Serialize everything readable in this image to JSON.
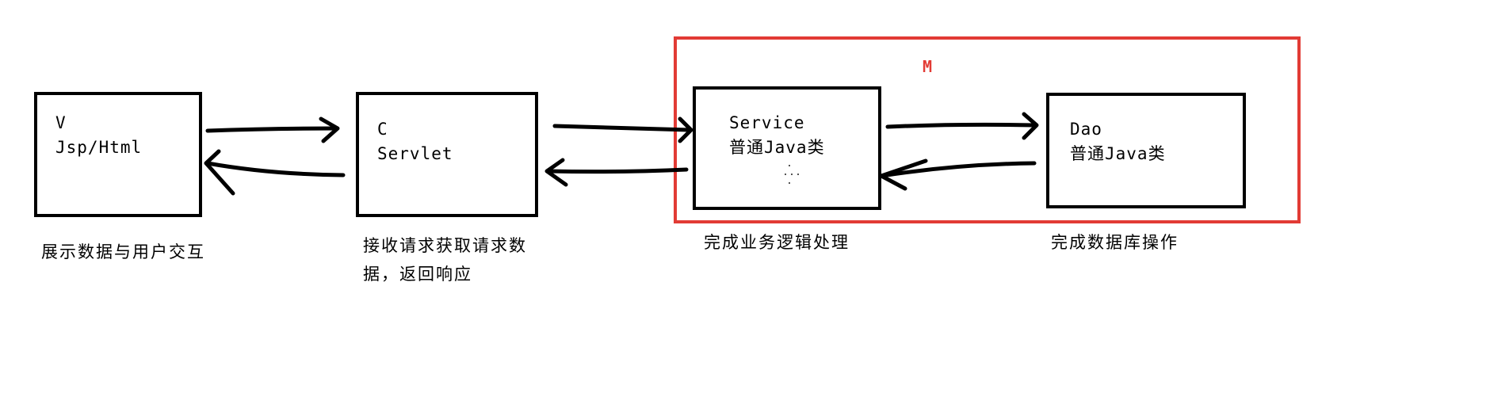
{
  "model_group": {
    "label": "M",
    "color": "#e23b35"
  },
  "nodes": {
    "view": {
      "line1": "V",
      "line2": "Jsp/Html",
      "caption": "展示数据与用户交互"
    },
    "controller": {
      "line1": "C",
      "line2": "Servlet",
      "caption_line1": "接收请求获取请求数",
      "caption_line2": "据，返回响应"
    },
    "service": {
      "line1": "Service",
      "line2": "普通Java类",
      "caption": "完成业务逻辑处理"
    },
    "dao": {
      "line1": "Dao",
      "line2": "普通Java类",
      "caption": "完成数据库操作"
    }
  }
}
